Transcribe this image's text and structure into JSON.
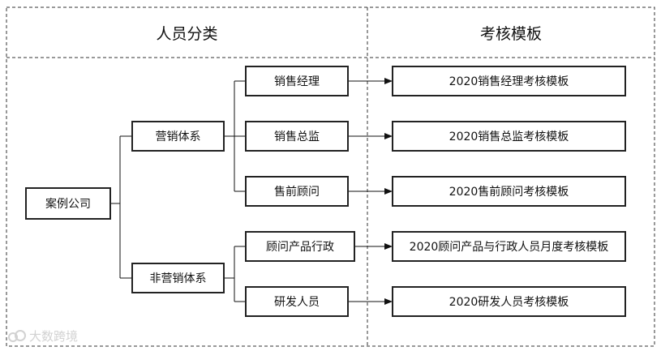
{
  "headers": {
    "left": "人员分类",
    "right": "考核模板"
  },
  "nodes": {
    "root": "案例公司",
    "marketing": "营销体系",
    "non_marketing": "非营销体系",
    "sales_manager": "销售经理",
    "sales_director": "销售总监",
    "presales_consultant": "售前顾问",
    "consultant_product_admin": "顾问产品行政",
    "rnd_staff": "研发人员"
  },
  "templates": {
    "sales_manager": "2020销售经理考核模板",
    "sales_director": "2020销售总监考核模板",
    "presales_consultant": "2020售前顾问考核模板",
    "consultant_product_admin": "2020顾问产品与行政人员月度考核模板",
    "rnd_staff": "2020研发人员考核模板"
  },
  "watermark": "大数跨境",
  "colors": {
    "border": "#222222",
    "dashed": "#333333",
    "watermark": "#d2d2d2"
  }
}
